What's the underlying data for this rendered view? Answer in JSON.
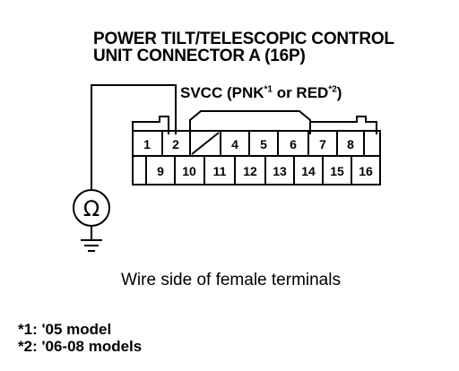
{
  "title": {
    "line1": "POWER TILT/TELESCOPIC CONTROL",
    "line2": "UNIT CONNECTOR A (16P)"
  },
  "wire_label": {
    "prefix": "SVCC (PNK",
    "sup1": "*1",
    "middle": " or RED",
    "sup2": "*2",
    "suffix": ")"
  },
  "connector": {
    "top_row": [
      "1",
      "2",
      "",
      "4",
      "5",
      "6",
      "7",
      "8"
    ],
    "bottom_row": [
      "",
      "9",
      "10",
      "11",
      "12",
      "13",
      "14",
      "15",
      "16"
    ]
  },
  "meter_symbol": "Ω",
  "caption": "Wire side of female terminals",
  "notes": [
    "*1: '05 model",
    "*2: '06-08 models"
  ]
}
